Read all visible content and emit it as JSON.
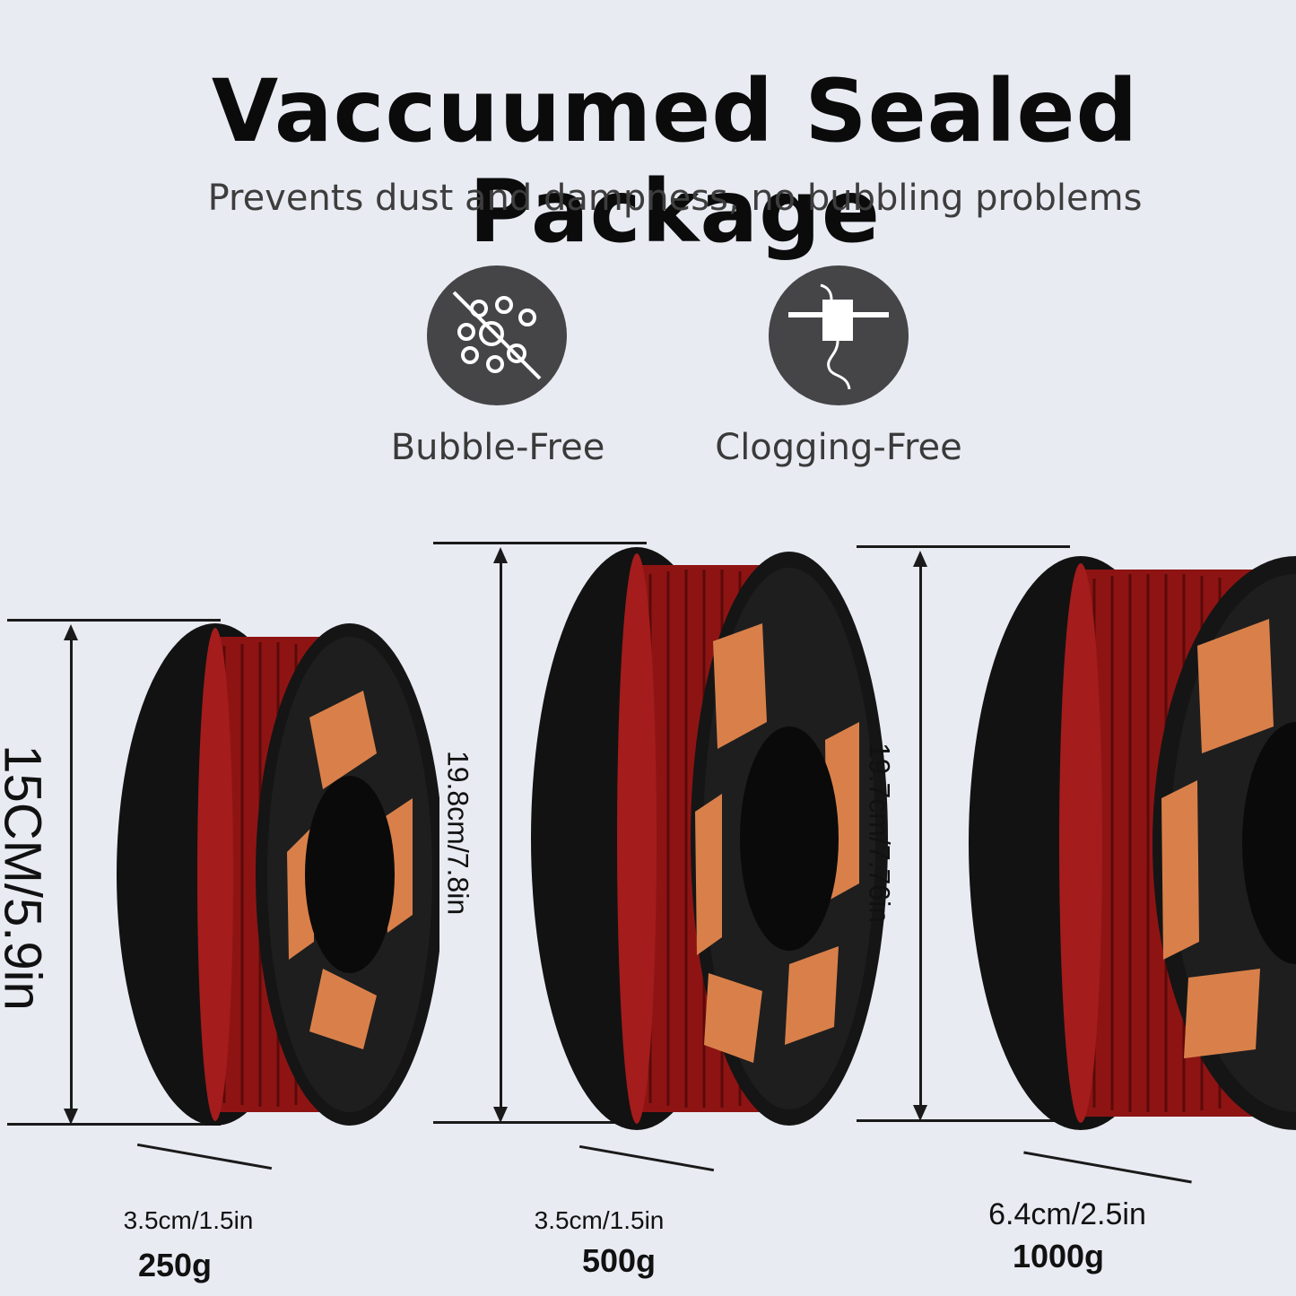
{
  "header": {
    "title": "Vaccuumed Sealed Package",
    "subtitle": "Prevents dust and dampness, no bubbling problems"
  },
  "features": [
    {
      "label": "Bubble-Free",
      "icon": "bubble-free-icon"
    },
    {
      "label": "Clogging-Free",
      "icon": "printer-nozzle-icon"
    }
  ],
  "spools": [
    {
      "height": "15CM/5.9in",
      "width": "3.5cm/1.5in",
      "weight": "250g"
    },
    {
      "height": "19.8cm/7.8in",
      "width": "3.5cm/1.5in",
      "weight": "500g"
    },
    {
      "height": "19.7cm/7.76in",
      "width": "6.4cm/2.5in",
      "weight": "1000g"
    }
  ],
  "colors": {
    "background": "#e9ebf3",
    "icon_circle": "#454548",
    "filament_red": "#8e1414",
    "filament_copper": "#d9804a",
    "spool_black": "#111111"
  }
}
